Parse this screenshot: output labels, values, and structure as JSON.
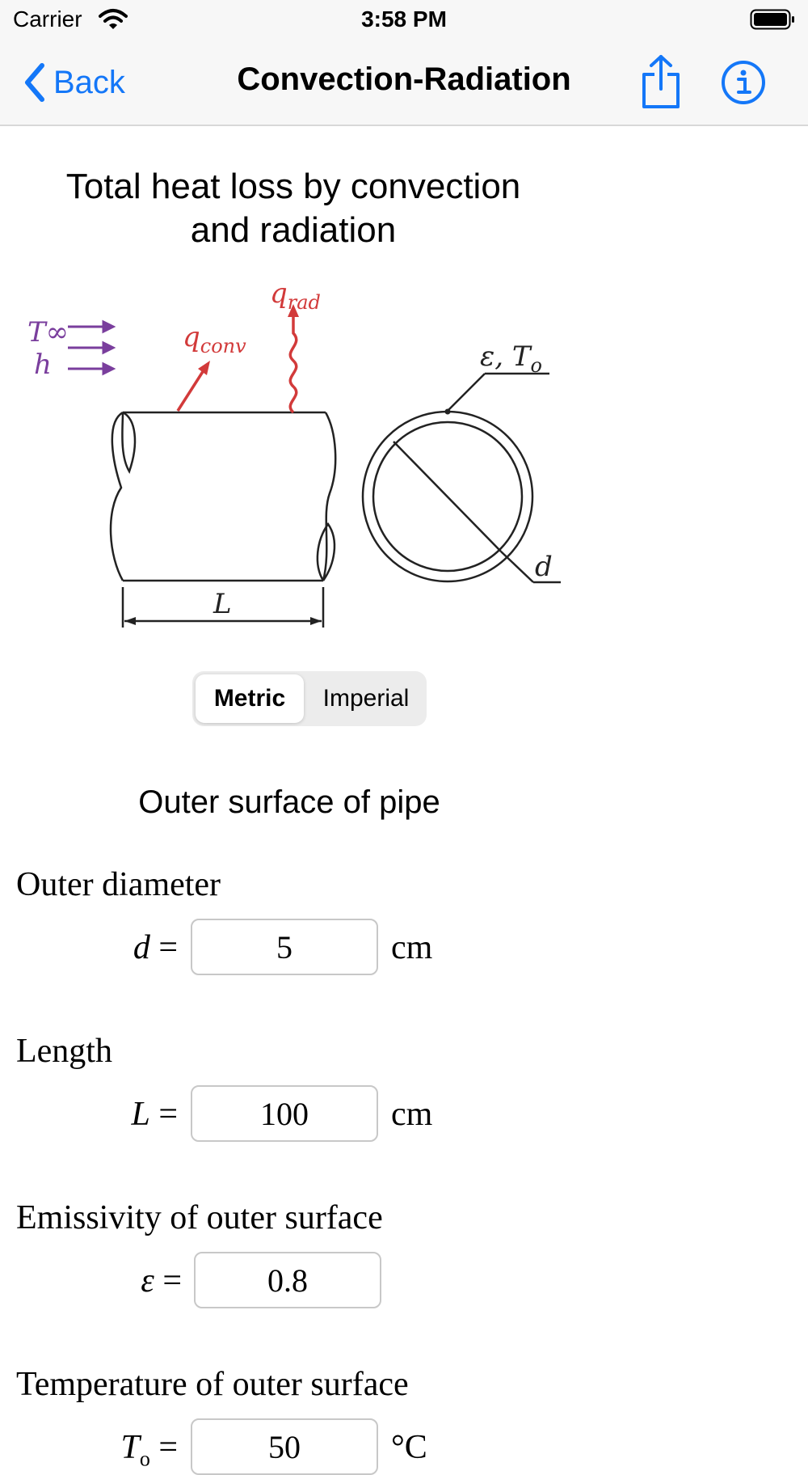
{
  "status_bar": {
    "carrier": "Carrier",
    "time": "3:58 PM"
  },
  "nav": {
    "back_label": "Back",
    "title": "Convection-Radiation",
    "accent_color": "#1477f8"
  },
  "heading": "Total heat loss by convection and radiation",
  "diagram": {
    "t_inf": "T∞",
    "h": "h",
    "q_conv": "q",
    "q_conv_sub": "conv",
    "q_rad": "q",
    "q_rad_sub": "rad",
    "eps_to": "ε, T",
    "eps_to_sub": "o",
    "d": "d",
    "L": "L",
    "flow_color": "#7a3e9d",
    "heat_color": "#d23a3a"
  },
  "units": {
    "options": [
      "Metric",
      "Imperial"
    ],
    "selected": "Metric"
  },
  "section_title": "Outer surface of pipe",
  "fields": {
    "diameter": {
      "label": "Outer diameter",
      "symbol": "d",
      "value": "5",
      "unit": "cm"
    },
    "length": {
      "label": "Length",
      "symbol": "L",
      "value": "100",
      "unit": "cm"
    },
    "emissivity": {
      "label": "Emissivity of outer surface",
      "symbol": "ε",
      "value": "0.8",
      "unit": ""
    },
    "temperature": {
      "label": "Temperature of outer surface",
      "symbol": "T",
      "symbol_sub": "o",
      "value": "50",
      "unit": "°C"
    }
  }
}
